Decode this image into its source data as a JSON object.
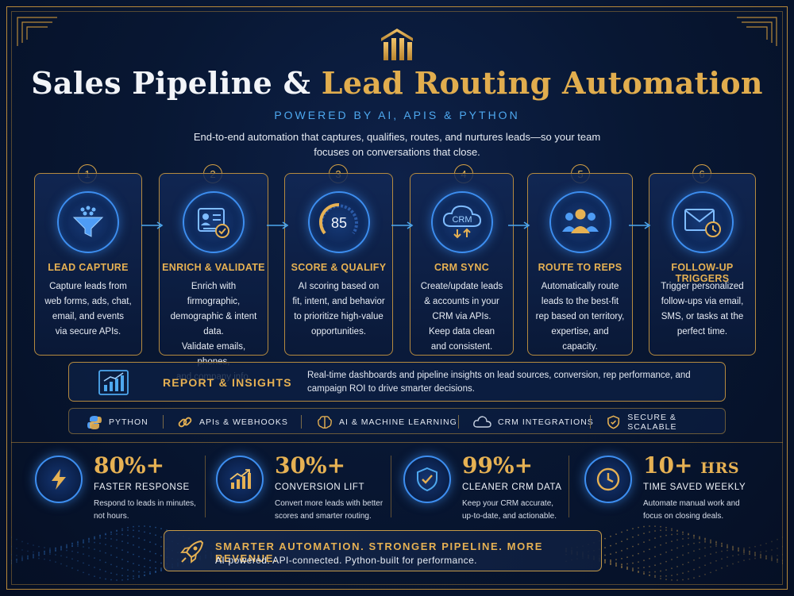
{
  "title": {
    "part1": "Sales Pipeline &",
    "part2": "Lead Routing Automation"
  },
  "subtitle": "POWERED BY AI, APIS & PYTHON",
  "intro": "End-to-end automation that captures, qualifies, routes, and nurtures leads—so your team focuses on conversations that close.",
  "steps": [
    {
      "num": "1",
      "icon": "funnel-icon",
      "title": "LEAD CAPTURE",
      "desc": "Capture leads from\nweb forms, ads, chat,\nemail, and events\nvia secure APIs."
    },
    {
      "num": "2",
      "icon": "profile-check-icon",
      "title": "ENRICH & VALIDATE",
      "desc": "Enrich with firmographic,\ndemographic & intent data.\nValidate emails, phones,\nand company info."
    },
    {
      "num": "3",
      "icon": "score-gauge-icon",
      "score": "85",
      "title": "SCORE & QUALIFY",
      "desc": "AI scoring based on\nfit, intent, and behavior\nto prioritize high-value\nopportunities."
    },
    {
      "num": "4",
      "icon": "crm-cloud-icon",
      "icon_text": "CRM",
      "title": "CRM SYNC",
      "desc": "Create/update leads\n& accounts in your\nCRM via APIs.\nKeep data clean\nand consistent."
    },
    {
      "num": "5",
      "icon": "team-icon",
      "title": "ROUTE TO REPS",
      "desc": "Automatically route\nleads to the best-fit\nrep based on territory,\nexpertise, and capacity."
    },
    {
      "num": "6",
      "icon": "mail-clock-icon",
      "title": "FOLLOW-UP TRIGGERS",
      "desc": "Trigger personalized\nfollow-ups via email,\nSMS, or tasks at the\nperfect time."
    }
  ],
  "report": {
    "icon": "bar-chart-icon",
    "title": "REPORT & INSIGHTS",
    "desc": "Real-time dashboards and pipeline insights on lead sources, conversion, rep performance, and campaign ROI to drive smarter decisions."
  },
  "tech": [
    {
      "icon": "python-icon",
      "label": "PYTHON"
    },
    {
      "icon": "link-icon",
      "label": "APIs & WEBHOOKS"
    },
    {
      "icon": "brain-icon",
      "label": "AI & MACHINE LEARNING"
    },
    {
      "icon": "cloud-icon",
      "label": "CRM INTEGRATIONS"
    },
    {
      "icon": "shield-icon",
      "label": "SECURE & SCALABLE"
    }
  ],
  "stats": [
    {
      "icon": "lightning-icon",
      "value": "80%+",
      "unit": "",
      "label": "FASTER RESPONSE",
      "desc": "Respond to leads in minutes,\nnot hours."
    },
    {
      "icon": "growth-chart-icon",
      "value": "30%+",
      "unit": "",
      "label": "CONVERSION LIFT",
      "desc": "Convert more leads with better\nscores and smarter routing."
    },
    {
      "icon": "shield-check-icon",
      "value": "99%+",
      "unit": "",
      "label": "CLEANER CRM DATA",
      "desc": "Keep your CRM accurate,\nup-to-date, and actionable."
    },
    {
      "icon": "clock-icon",
      "value": "10+",
      "unit": "HRS",
      "label": "TIME SAVED WEEKLY",
      "desc": "Automate manual work and\nfocus on closing deals."
    }
  ],
  "banner": {
    "icon": "rocket-icon",
    "title": "SMARTER AUTOMATION. STRONGER PIPELINE. MORE REVENUE.",
    "subtitle": "AI-powered. API-connected. Python-built for performance."
  },
  "colors": {
    "gold": "#e6b153",
    "blue": "#3d8ef0",
    "navy": "#081733",
    "subtitle_blue": "#4ea8ef"
  }
}
